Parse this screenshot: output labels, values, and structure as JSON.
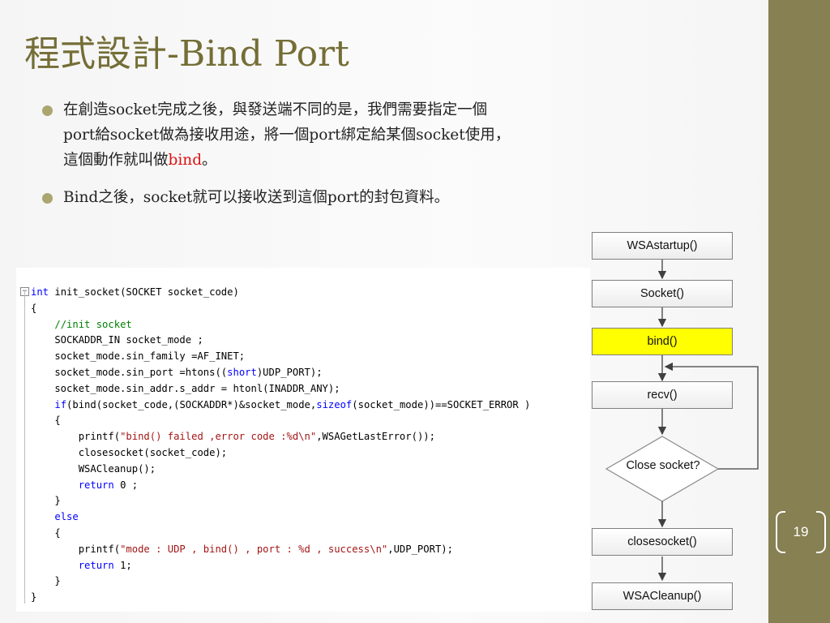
{
  "title": "程式設計-Bind Port",
  "page_number": "19",
  "bullets": [
    {
      "lines": [
        "在創造socket完成之後，與發送端不同的是，我們需要指定一個",
        "port給socket做為接收用途，將一個port綁定給某個socket使用，"
      ],
      "line3_pre": "這個動作就叫做",
      "line3_emph": "bind",
      "line3_post": "。"
    },
    {
      "lines": [
        "Bind之後，socket就可以接收送到這個port的封包資料。"
      ]
    }
  ],
  "code": {
    "lines": [
      "int init_socket(SOCKET socket_code)",
      "{",
      "    //init socket",
      "    SOCKADDR_IN socket_mode ;",
      "    socket_mode.sin_family =AF_INET;",
      "    socket_mode.sin_port =htons((short)UDP_PORT);",
      "    socket_mode.sin_addr.s_addr = htonl(INADDR_ANY);",
      "    if(bind(socket_code,(SOCKADDR*)&socket_mode,sizeof(socket_mode))==SOCKET_ERROR )",
      "    {",
      "        printf(\"bind() failed ,error code :%d\\n\",WSAGetLastError());",
      "        closesocket(socket_code);",
      "        WSACleanup();",
      "        return 0 ;",
      "    }",
      "    else",
      "    {",
      "        printf(\"mode : UDP , bind() , port : %d , success\\n\",UDP_PORT);",
      "        return 1;",
      "    }",
      "}"
    ],
    "keywords": [
      "int",
      "if",
      "sizeof",
      "short",
      "return",
      "else"
    ]
  },
  "flowchart": {
    "steps": [
      "WSAstartup()",
      "Socket()",
      "bind()",
      "recv()",
      "closesocket()",
      "WSACleanup()"
    ],
    "decision": "Close socket?",
    "highlight_step": "bind()",
    "highlight_color": "#ffff00"
  },
  "colors": {
    "title": "#746e36",
    "sidebar": "#868053",
    "bullet_dot": "#aaa66e",
    "emphasis": "#dd1111",
    "keyword": "#0000ff",
    "comment": "#008000",
    "string": "#a31515"
  }
}
